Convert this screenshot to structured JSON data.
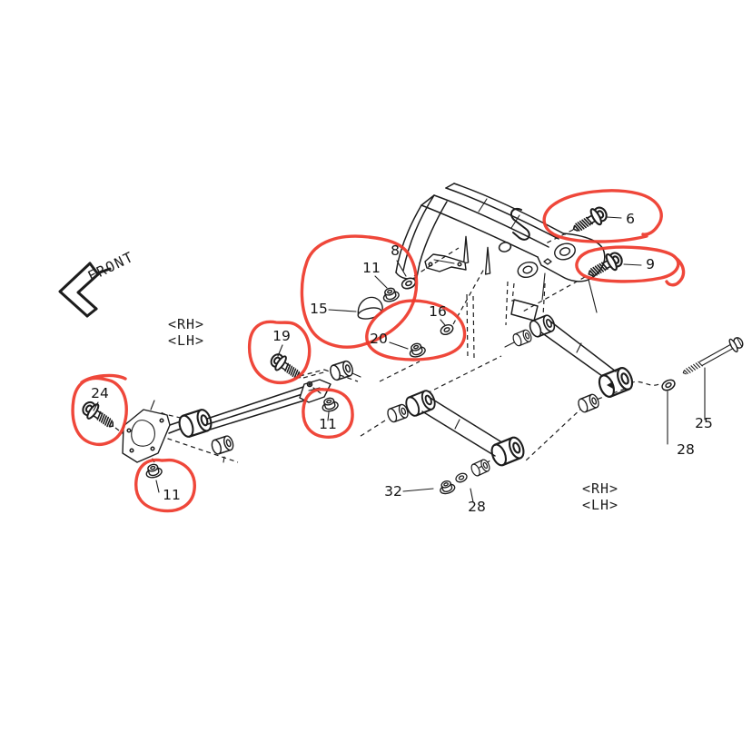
{
  "page": {
    "background": "#ffffff",
    "ink_color": "#1c1c1c"
  },
  "orientation": {
    "front_label": "FRONT",
    "rh_label": "<RH>",
    "lh_label": "<LH>"
  },
  "parts": {
    "p6": "6",
    "p8": "8",
    "p9": "9",
    "p11": "11",
    "p15": "15",
    "p16": "16",
    "p19": "19",
    "p20": "20",
    "p24": "24",
    "p25": "25",
    "p28": "28",
    "p32": "32"
  },
  "annotations": {
    "highlight_color": "#ee392b",
    "style": "hand-drawn red circles",
    "highlighted_parts": [
      "6",
      "9",
      "8/11/15",
      "16/20",
      "19",
      "24",
      "11",
      "11"
    ]
  }
}
